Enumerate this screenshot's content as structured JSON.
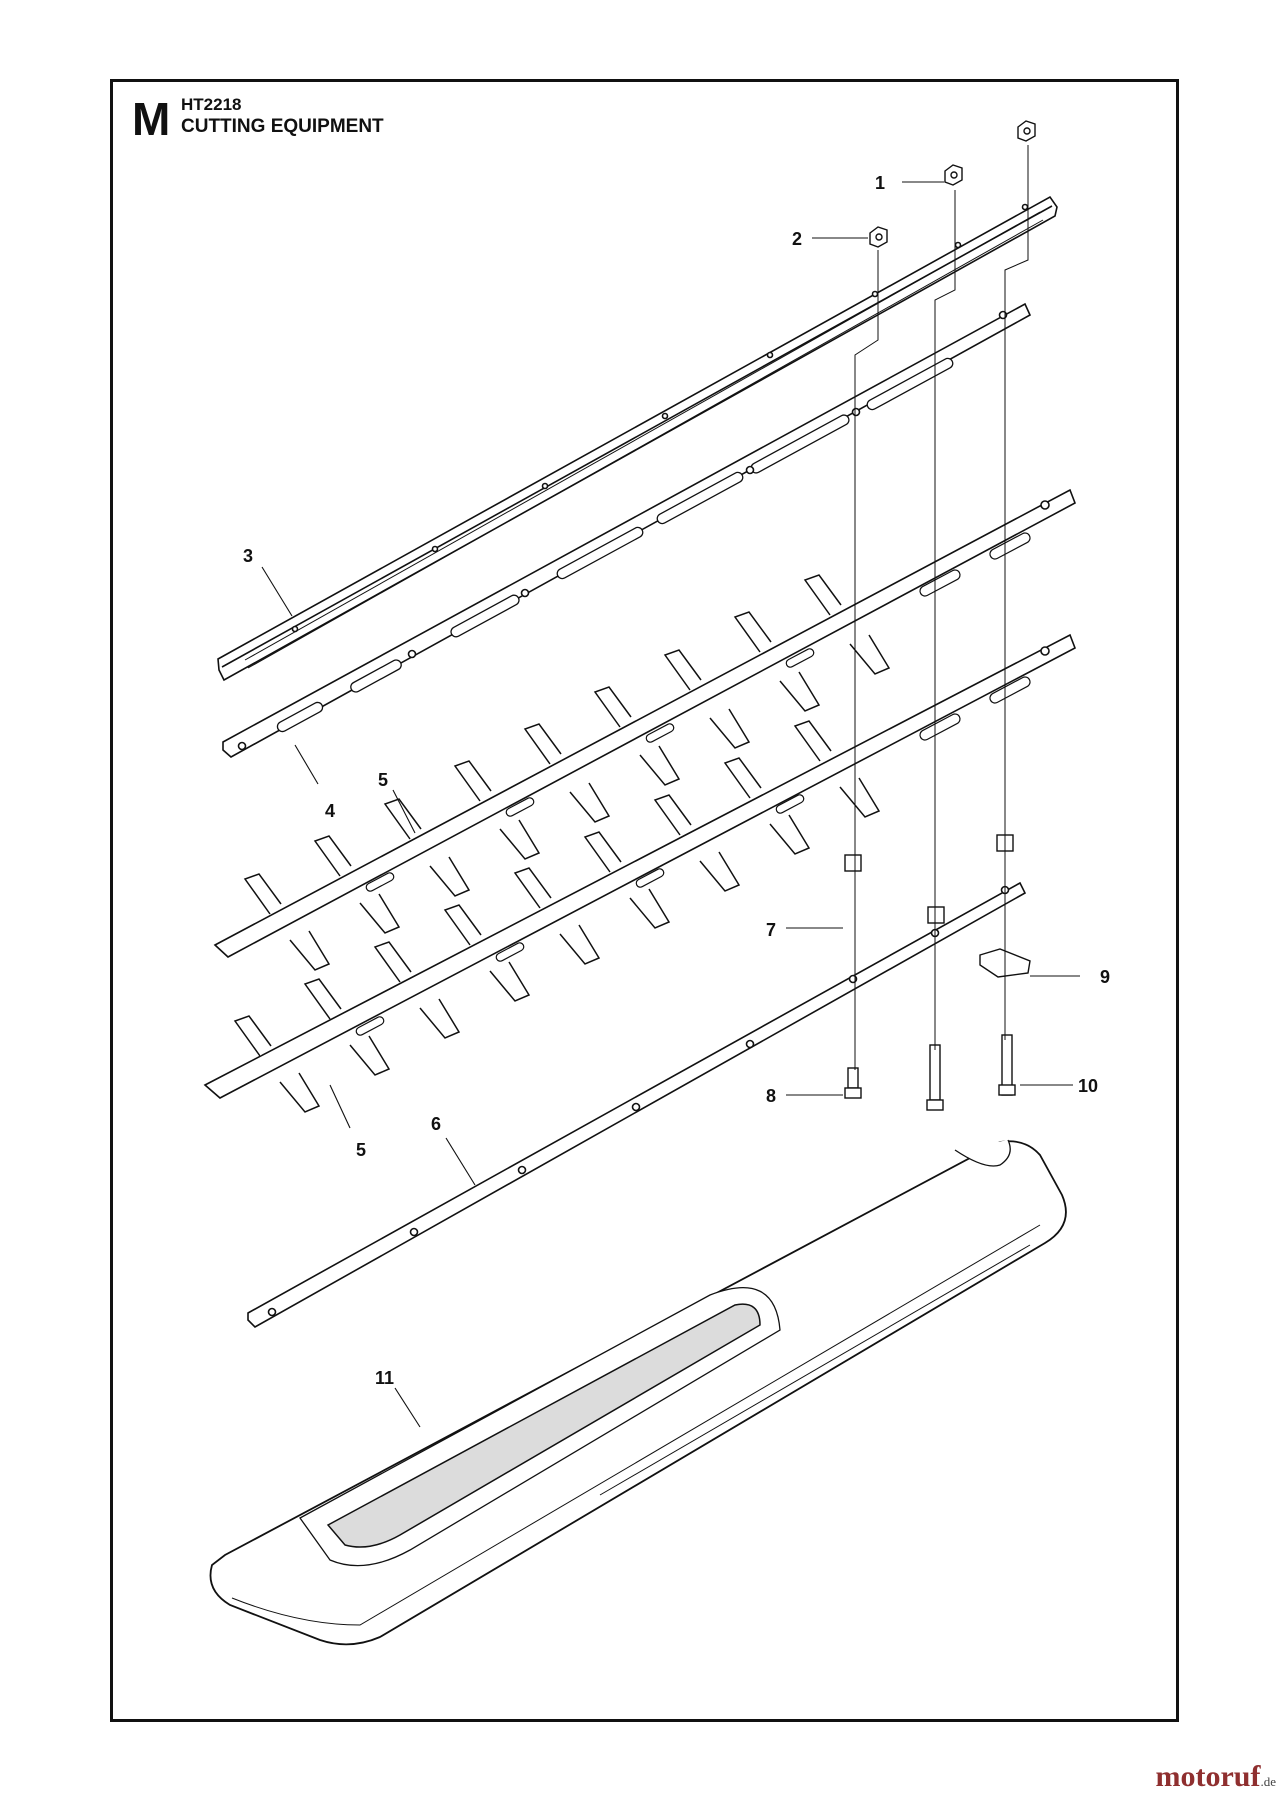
{
  "header": {
    "section_letter": "M",
    "model": "HT2218",
    "title": "CUTTING EQUIPMENT"
  },
  "callouts": [
    "1",
    "2",
    "3",
    "4",
    "5",
    "5",
    "6",
    "7",
    "8",
    "9",
    "10",
    "11"
  ],
  "watermark": {
    "brand": "motoruf",
    "suffix": ".de"
  },
  "colors": {
    "line": "#111111",
    "part_fill": "#ffffff",
    "part_shade": "#e3e3e3",
    "window_fill": "#dcdcdc"
  }
}
